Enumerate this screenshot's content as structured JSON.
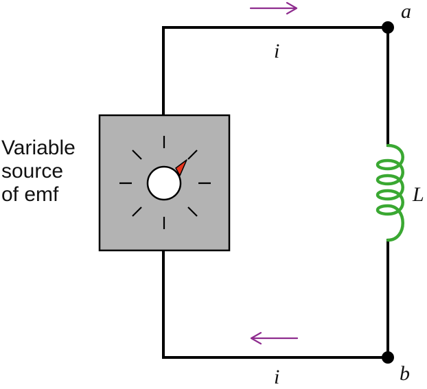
{
  "diagram": {
    "source_label_lines": [
      "Variable",
      "source",
      "of emf"
    ],
    "terminal_a": "a",
    "terminal_b": "b",
    "current_top": "i",
    "current_bottom": "i",
    "inductor_label": "L",
    "colors": {
      "wire": "#000000",
      "source_box": "#b3b3b3",
      "inductor": "#3aa832",
      "arrow": "#8e2c8e",
      "knob_pointer": "#e8331c",
      "knob": "#ffffff"
    }
  }
}
